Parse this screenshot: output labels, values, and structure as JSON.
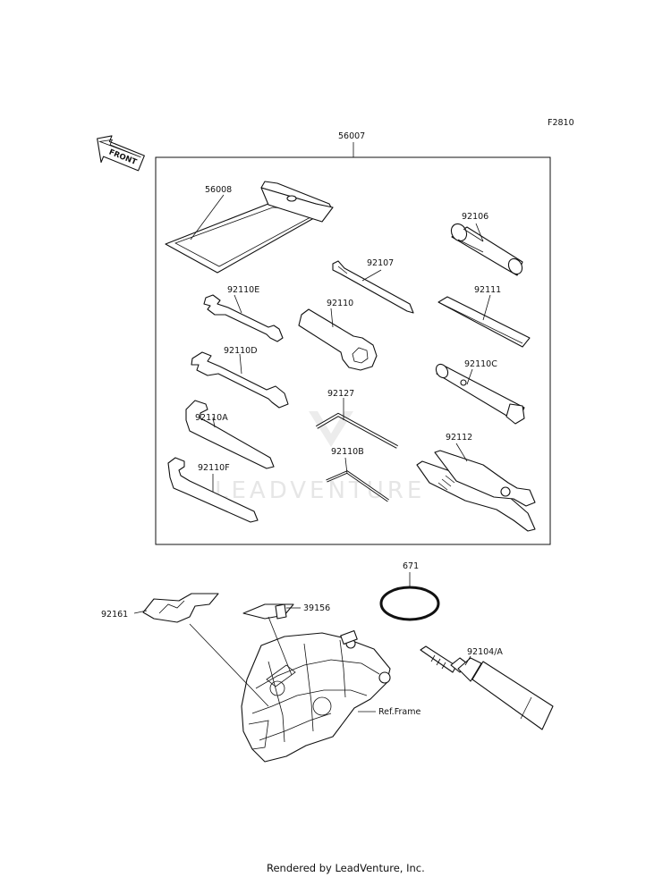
{
  "figure_code": "F2810",
  "front_label": "FRONT",
  "parts": {
    "kit": "56007",
    "pouch": "56008",
    "p92106": "92106",
    "p92107": "92107",
    "p92110E": "92110E",
    "p92110": "92110",
    "p92111": "92111",
    "p92110D": "92110D",
    "p92110C": "92110C",
    "p92127": "92127",
    "p92110A": "92110A",
    "p92112": "92112",
    "p92110B": "92110B",
    "p92110F": "92110F",
    "p671": "671",
    "p92161": "92161",
    "p39156": "39156",
    "p92104A": "92104/A",
    "ref_frame": "Ref.Frame"
  },
  "watermark": "LEADVENTURE",
  "footer": "Rendered by LeadVenture, Inc."
}
